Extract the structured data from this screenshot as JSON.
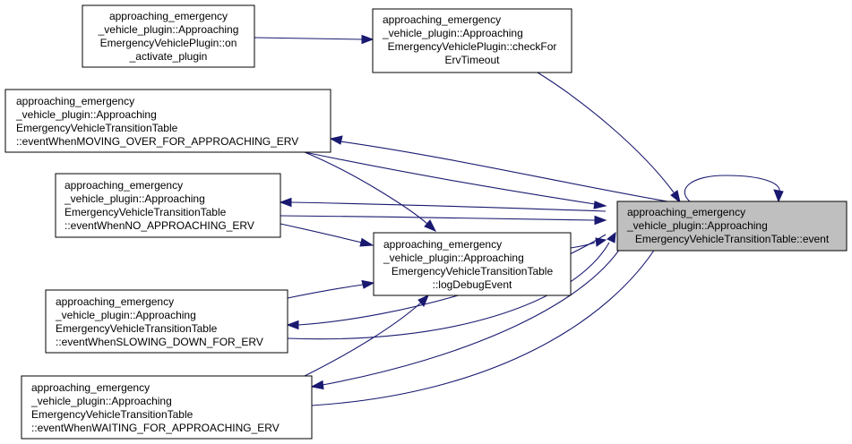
{
  "nodes": {
    "on_activate_plugin": {
      "lines": [
        "approaching_emergency",
        "_vehicle_plugin::Approaching",
        "EmergencyVehiclePlugin::on",
        "_activate_plugin"
      ]
    },
    "check_for_erv_timeout": {
      "lines": [
        "approaching_emergency",
        "_vehicle_plugin::Approaching",
        "EmergencyVehiclePlugin::checkFor",
        "ErvTimeout"
      ]
    },
    "event_moving_over": {
      "lines": [
        "approaching_emergency",
        "_vehicle_plugin::Approaching",
        "EmergencyVehicleTransitionTable",
        "::eventWhenMOVING_OVER_FOR_APPROACHING_ERV"
      ]
    },
    "event_no_approaching": {
      "lines": [
        "approaching_emergency",
        "_vehicle_plugin::Approaching",
        "EmergencyVehicleTransitionTable",
        "::eventWhenNO_APPROACHING_ERV"
      ]
    },
    "event": {
      "lines": [
        "approaching_emergency",
        "_vehicle_plugin::Approaching",
        "EmergencyVehicleTransitionTable::event"
      ],
      "fill": "#bfbfbf"
    },
    "log_debug_event": {
      "lines": [
        "approaching_emergency",
        "_vehicle_plugin::Approaching",
        "EmergencyVehicleTransitionTable",
        "::logDebugEvent"
      ]
    },
    "event_slowing_down": {
      "lines": [
        "approaching_emergency",
        "_vehicle_plugin::Approaching",
        "EmergencyVehicleTransitionTable",
        "::eventWhenSLOWING_DOWN_FOR_ERV"
      ]
    },
    "event_waiting": {
      "lines": [
        "approaching_emergency",
        "_vehicle_plugin::Approaching",
        "EmergencyVehicleTransitionTable",
        "::eventWhenWAITING_FOR_APPROACHING_ERV"
      ]
    }
  },
  "edges": [
    {
      "from": "on_activate_plugin",
      "to": "check_for_erv_timeout"
    },
    {
      "from": "check_for_erv_timeout",
      "to": "event"
    },
    {
      "from": "event",
      "to": "event"
    },
    {
      "from": "event",
      "to": "event_moving_over"
    },
    {
      "from": "event_moving_over",
      "to": "event"
    },
    {
      "from": "event_moving_over",
      "to": "log_debug_event"
    },
    {
      "from": "event",
      "to": "event_no_approaching"
    },
    {
      "from": "event_no_approaching",
      "to": "event"
    },
    {
      "from": "event_no_approaching",
      "to": "log_debug_event"
    },
    {
      "from": "log_debug_event",
      "to": "event"
    },
    {
      "from": "event",
      "to": "event_slowing_down"
    },
    {
      "from": "event_slowing_down",
      "to": "event"
    },
    {
      "from": "event_slowing_down",
      "to": "log_debug_event"
    },
    {
      "from": "event",
      "to": "event_waiting"
    },
    {
      "from": "event_waiting",
      "to": "event"
    },
    {
      "from": "event_waiting",
      "to": "log_debug_event"
    }
  ],
  "colors": {
    "edge": "#191970",
    "node_border": "#000000",
    "node_fill": "#ffffff",
    "highlight_fill": "#bfbfbf"
  }
}
